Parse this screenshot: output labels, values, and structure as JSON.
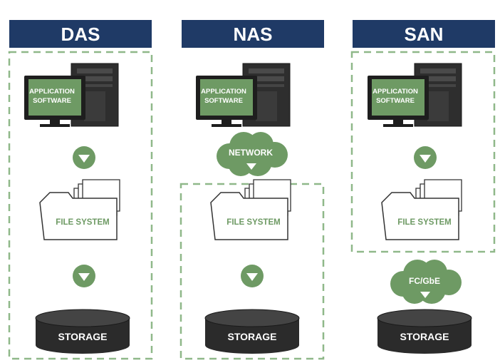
{
  "columns": [
    {
      "title": "DAS",
      "screen_text_line1": "APPLICATION",
      "screen_text_line2": "SOFTWARE",
      "file_system_label": "FILE SYSTEM",
      "storage_label": "STORAGE"
    },
    {
      "title": "NAS",
      "screen_text_line1": "APPLICATION",
      "screen_text_line2": "SOFTWARE",
      "cloud_label": "NETWORK",
      "file_system_label": "FILE SYSTEM",
      "storage_label": "STORAGE"
    },
    {
      "title": "SAN",
      "screen_text_line1": "APPLICATION",
      "screen_text_line2": "SOFTWARE",
      "file_system_label": "FILE SYSTEM",
      "cloud_label": "FC/GbE",
      "storage_label": "STORAGE"
    }
  ],
  "colors": {
    "header_bg": "#1f3a66",
    "header_text": "#ffffff",
    "accent_green": "#6e9a64",
    "dashed_border": "#8fb889",
    "dark": "#2b2b2b",
    "storage_text": "#ffffff"
  }
}
